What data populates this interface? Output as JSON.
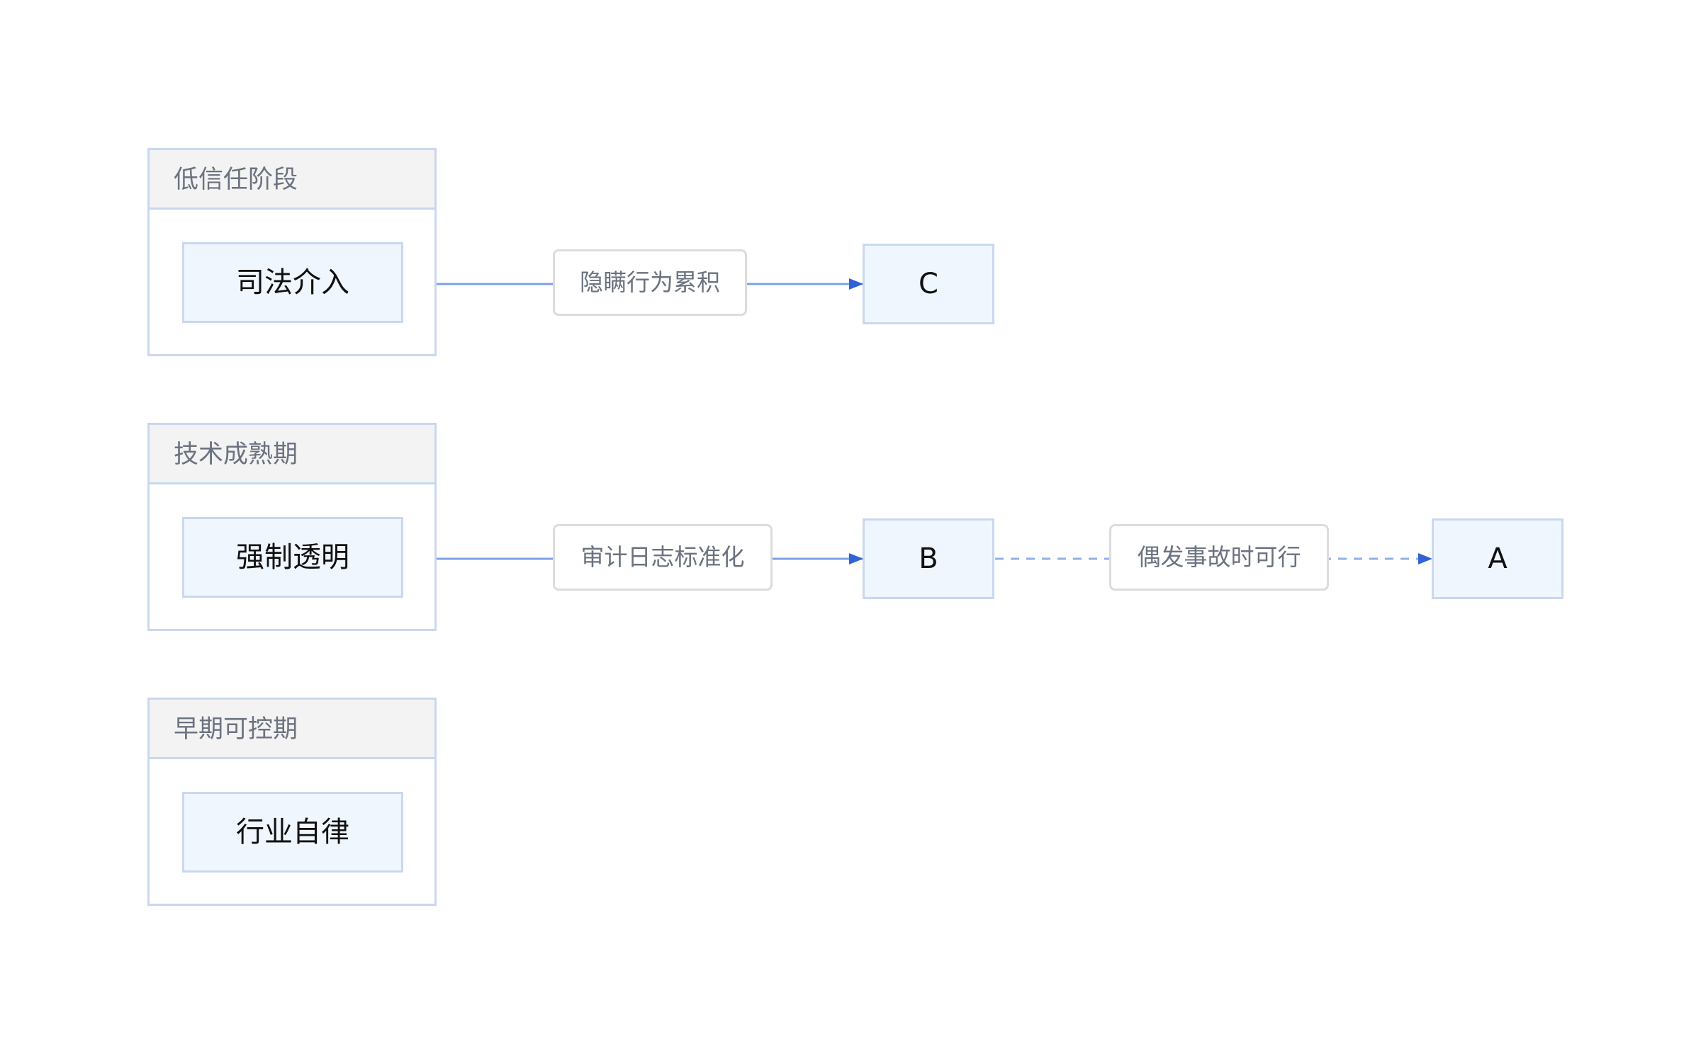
{
  "groups": [
    {
      "title": "低信任阶段",
      "node": "司法介入"
    },
    {
      "title": "技术成熟期",
      "node": "强制透明"
    },
    {
      "title": "早期可控期",
      "node": "行业自律"
    }
  ],
  "nodes": {
    "c": "C",
    "b": "B",
    "a": "A"
  },
  "edges": [
    {
      "from": "司法介入",
      "to": "C",
      "label": "隐瞒行为累积",
      "style": "solid"
    },
    {
      "from": "强制透明",
      "to": "B",
      "label": "审计日志标准化",
      "style": "solid"
    },
    {
      "from": "B",
      "to": "A",
      "label": "偶发事故时可行",
      "style": "dashed"
    }
  ],
  "colors": {
    "edge_solid": "#7ba1e8",
    "edge_dashed": "#8fb0eb",
    "arrowhead": "#2f63d6",
    "node_fill": "#f0f6fe",
    "node_border": "#c9d8f0",
    "header_fill": "#f3f3f3"
  }
}
